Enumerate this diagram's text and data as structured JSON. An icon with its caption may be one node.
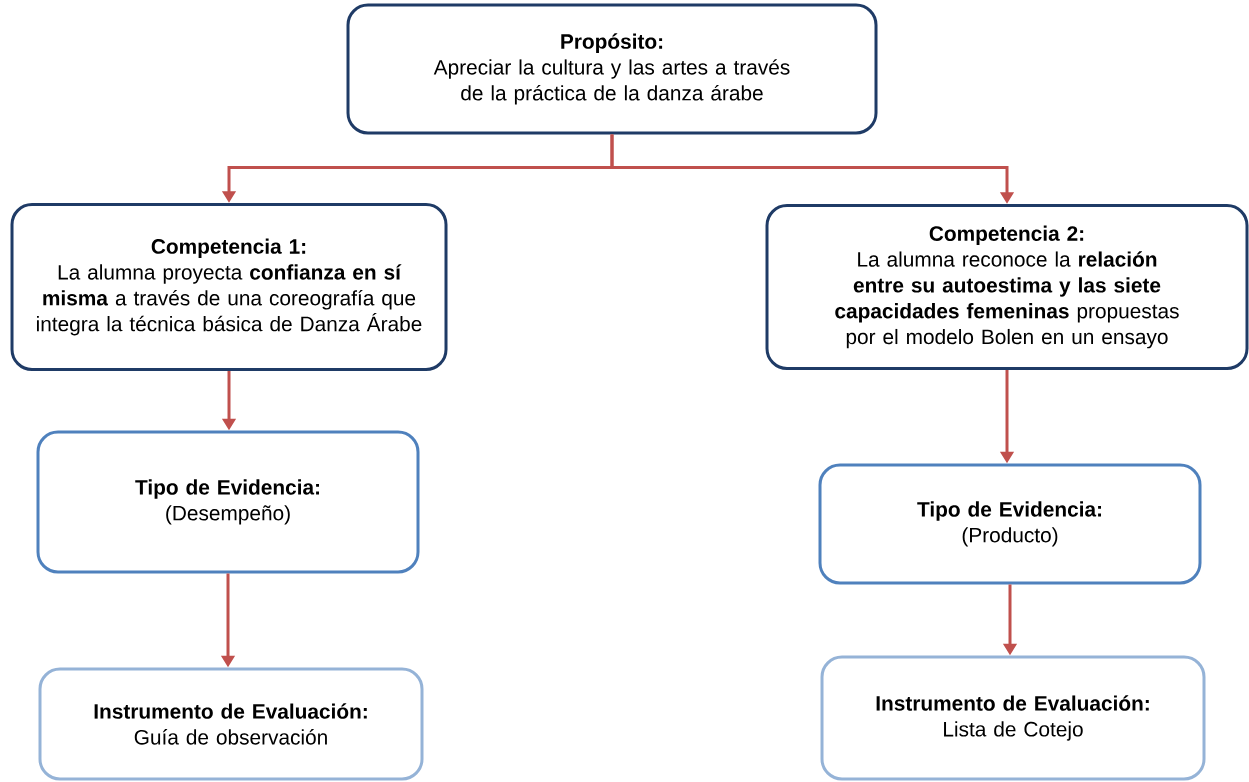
{
  "diagram": {
    "nodes": [
      {
        "text": [
          "Propósito:",
          "Apreciar la cultura y las artes a través de la práctica de la danza árabe"
        ]
      },
      {
        "text": [
          "Competencia 1:",
          "La alumna proyecta **confianza en sí misma** a través de una coreografía que integra la técnica básica de Danza Árabe"
        ]
      },
      {
        "text": [
          "Competencia 2:",
          "La alumna reconoce la **relación entre su autoestima y las siete capacidades femeninas** propuestas por el modelo Bolen en un ensayo"
        ]
      },
      {
        "text": [
          "Tipo de Evidencia:",
          "(Desempeño)"
        ]
      },
      {
        "text": [
          "Instrumento de Evaluación:",
          "Guía de observación"
        ]
      },
      {
        "text": [
          "Tipo de Evidencia:",
          "(Producto)"
        ]
      },
      {
        "text": [
          "Instrumento de Evaluación:",
          "Lista de Cotejo"
        ]
      }
    ],
    "edges": [
      {
        "from": 0,
        "to": 1,
        "arrow": "to"
      },
      {
        "from": 0,
        "to": 2,
        "arrow": "to"
      },
      {
        "from": 1,
        "to": 3,
        "arrow": "to"
      },
      {
        "from": 3,
        "to": 4,
        "arrow": "to"
      },
      {
        "from": 2,
        "to": 5,
        "arrow": "to"
      },
      {
        "from": 5,
        "to": 6,
        "arrow": "to"
      }
    ]
  }
}
